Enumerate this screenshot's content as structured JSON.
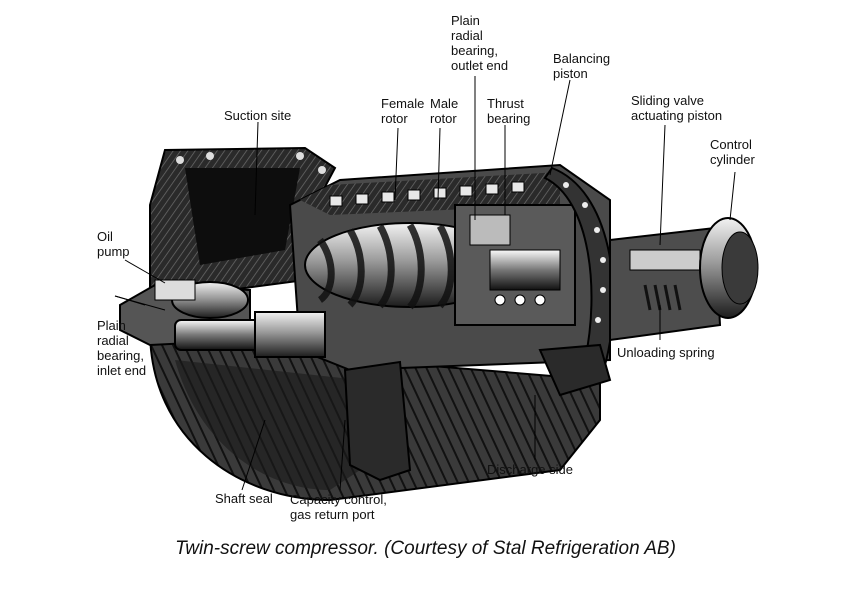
{
  "labels": {
    "suction_site": "Suction site",
    "female_rotor": [
      "Female",
      "rotor"
    ],
    "male_rotor": [
      "Male",
      "rotor"
    ],
    "plain_bearing_outlet": [
      "Plain",
      "radial",
      "bearing,",
      "outlet end"
    ],
    "thrust_bearing": [
      "Thrust",
      "bearing"
    ],
    "balancing_piston": [
      "Balancing",
      "piston"
    ],
    "sliding_valve": [
      "Sliding valve",
      "actuating piston"
    ],
    "control_cylinder": [
      "Control",
      "cylinder"
    ],
    "oil_pump": [
      "Oil",
      "pump"
    ],
    "plain_bearing_inlet": [
      "Plain",
      "radial",
      "bearing,",
      "inlet end"
    ],
    "unloading_spring": "Unloading spring",
    "discharge_side": "Discharge side",
    "shaft_seal": "Shaft seal",
    "capacity_control": [
      "Capacity control,",
      "gas return port"
    ]
  },
  "caption": "Twin-screw compressor. (Courtesy of Stal Refrigeration AB)"
}
